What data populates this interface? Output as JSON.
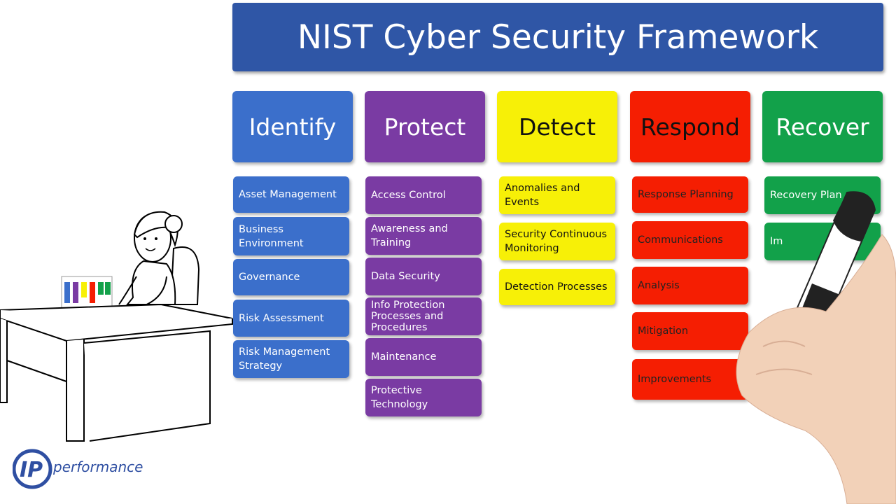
{
  "title": "NIST Cyber Security Framework",
  "columns": [
    {
      "heading": "Identify",
      "items": [
        "Asset Management",
        "Business Environment",
        "Governance",
        "Risk Assessment",
        "Risk Management Strategy"
      ]
    },
    {
      "heading": "Protect",
      "items": [
        "Access Control",
        "Awareness and Training",
        "Data Security",
        "Info Protection Processes and Procedures",
        "Maintenance",
        "Protective Technology"
      ]
    },
    {
      "heading": "Detect",
      "items": [
        "Anomalies and Events",
        "Security Continuous Monitoring",
        "Detection Processes"
      ]
    },
    {
      "heading": "Respond",
      "items": [
        "Response Planning",
        "Communications",
        "Analysis",
        "Mitigation",
        "Improvements"
      ]
    },
    {
      "heading": "Recover",
      "items": [
        "Recovery Plan",
        "Im"
      ]
    }
  ],
  "logo": {
    "letters": "IP",
    "text": "performance"
  },
  "colors": {
    "title": "#2f56a6",
    "identify": "#3b6fcb",
    "protect": "#7a3ba3",
    "detect": "#f7f007",
    "respond": "#f51e02",
    "recover": "#12a14a"
  },
  "illustration": {
    "person": "woman-at-desk",
    "hand": "hand-holding-marker"
  }
}
